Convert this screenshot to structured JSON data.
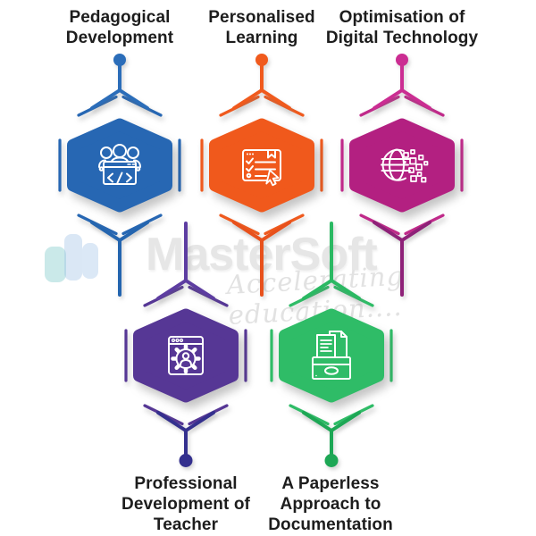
{
  "watermark": {
    "brand": "MasterSoft",
    "tagline": "Accelerating education....",
    "logo_teal": "#7ac7c7",
    "logo_blue": "#9dbfe6"
  },
  "cards": [
    {
      "id": "pedagogical-development",
      "label": "Pedagogical\nDevelopment",
      "color": "#2767b3",
      "deco": "#2767b3",
      "conn_top": "#2b6db9",
      "conn_bottom": "#2465af",
      "icon": "team-code-icon"
    },
    {
      "id": "personalised-learning",
      "label": "Personalised\nLearning",
      "color": "#f0591c",
      "deco": "#ef5a1e",
      "conn_top": "#f05a1d",
      "conn_bottom": "#e8511c",
      "icon": "checklist-icon"
    },
    {
      "id": "optimisation-of-digital-technology",
      "label": "Optimisation of\nDigital Technology",
      "color": "#b32081",
      "deco": "#c02a8a",
      "conn_top": "#cb2d92",
      "conn_bottom": "#8e2178",
      "icon": "digital-globe-icon"
    },
    {
      "id": "professional-development-of-teacher",
      "label": "Professional\nDevelopment of\nTeacher",
      "color": "#563795",
      "deco": "#563795",
      "conn_top": "#5d3da1",
      "conn_bottom": "#34308e",
      "icon": "gear-profile-icon"
    },
    {
      "id": "a-paperless-approach-to-documentation",
      "label": "A Paperless\nApproach to\nDocumentation",
      "color": "#2fbc67",
      "deco": "#2fbc67",
      "conn_top": "#2bb963",
      "conn_bottom": "#1da755",
      "icon": "archive-documents-icon"
    }
  ]
}
